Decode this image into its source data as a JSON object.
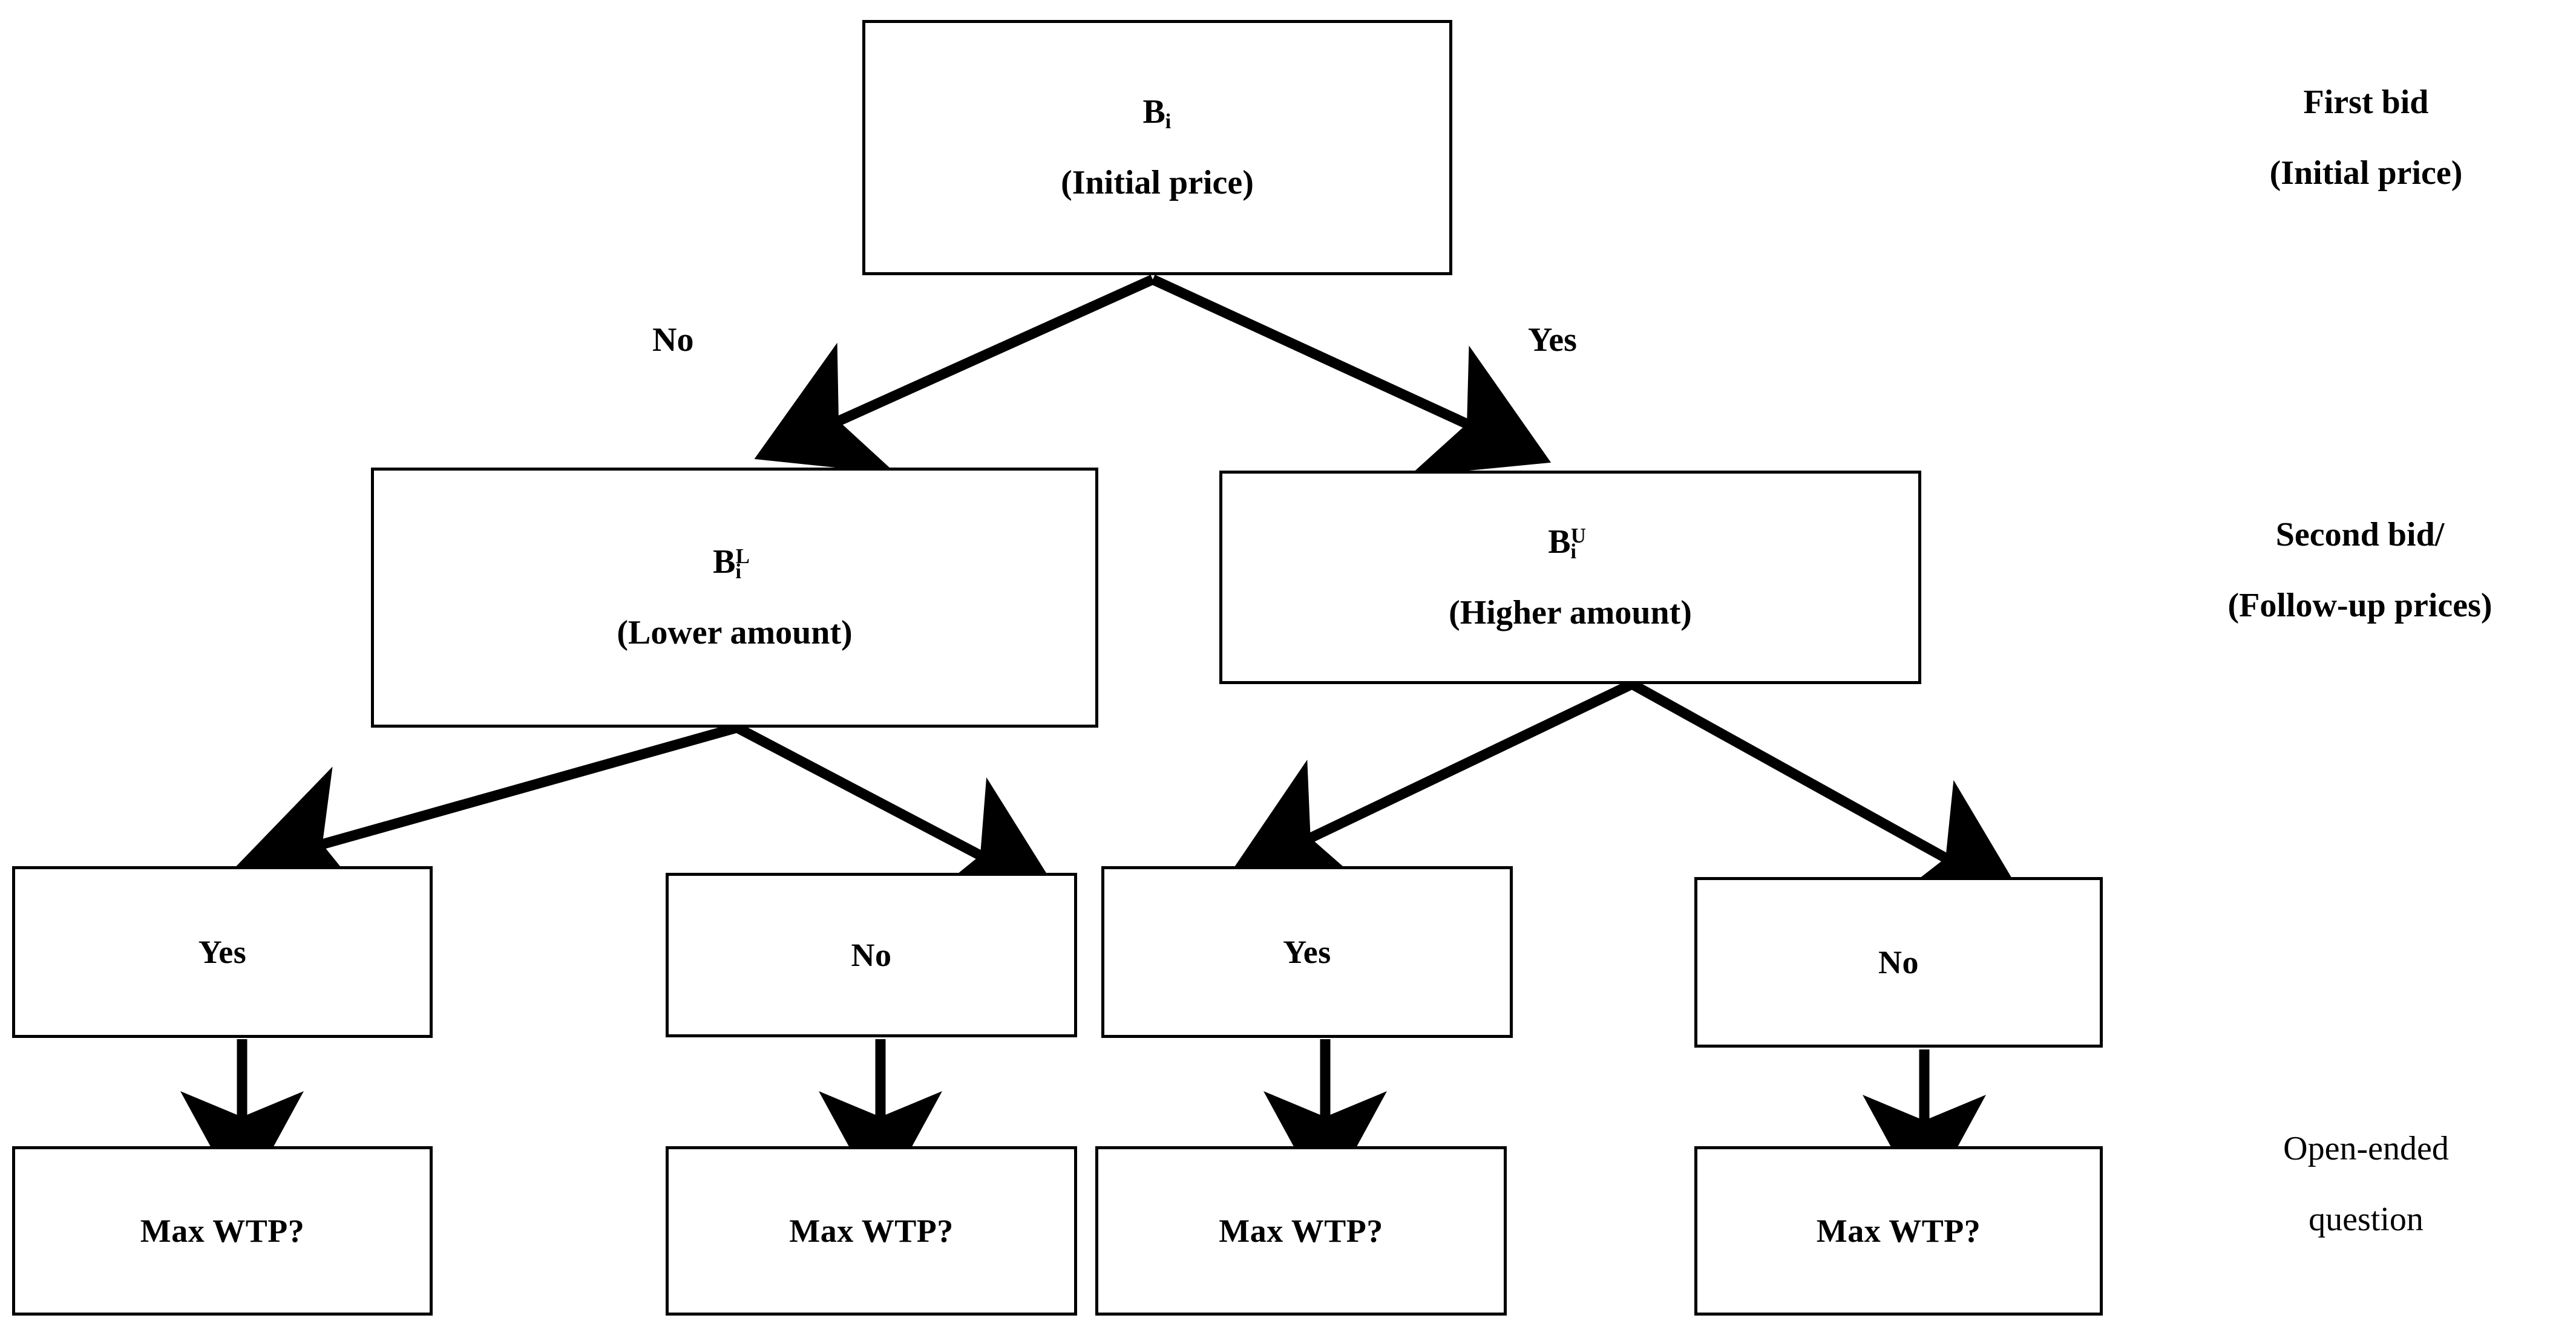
{
  "diagram": {
    "title": "Double-bounded dichotomous choice bidding game tree",
    "stroke_color": "#000000",
    "background_color": "#ffffff"
  },
  "nodes": {
    "root": {
      "symbol_base": "B",
      "symbol_sub": "i",
      "symbol_sup": "",
      "caption": "(Initial price)"
    },
    "lower": {
      "symbol_base": "B",
      "symbol_sub": "i",
      "symbol_sup": "L",
      "caption": "(Lower amount)"
    },
    "higher": {
      "symbol_base": "B",
      "symbol_sub": "i",
      "symbol_sup": "U",
      "caption": "(Higher amount)"
    },
    "answers": [
      {
        "label": "Yes"
      },
      {
        "label": "No"
      },
      {
        "label": "Yes"
      },
      {
        "label": "No"
      }
    ],
    "wtp": [
      {
        "label": "Max WTP?"
      },
      {
        "label": "Max WTP?"
      },
      {
        "label": "Max WTP?"
      },
      {
        "label": "Max WTP?"
      }
    ]
  },
  "edge_labels": {
    "root_left": "No",
    "root_right": "Yes"
  },
  "stages": [
    {
      "line1": "First bid",
      "line2": "(Initial price)"
    },
    {
      "line1": "Second bid/",
      "line2": "(Follow-up prices)"
    },
    {
      "line1": "Open-ended",
      "line2": "question"
    }
  ]
}
